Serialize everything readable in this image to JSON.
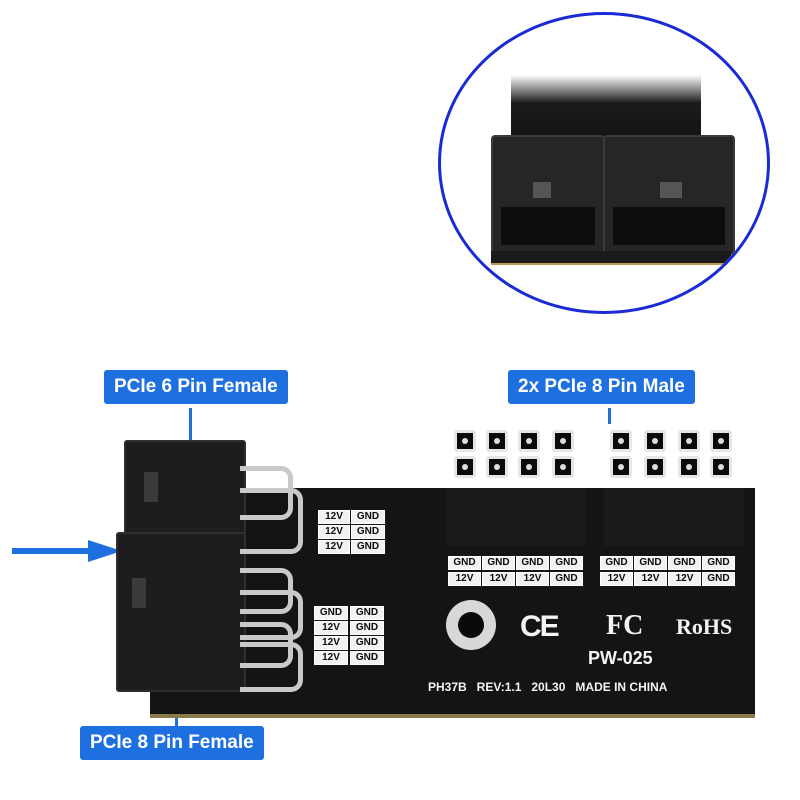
{
  "callouts": {
    "six_pin_female": "PCIe 6 Pin Female",
    "eight_pin_male": "2x PCIe 8 Pin Male",
    "eight_pin_female": "PCIe 8 Pin Female"
  },
  "board": {
    "model": "PW-025",
    "info_line": "PH37B   REV:1.1   20L30   MADE IN CHINA",
    "cert_ce": "CE",
    "cert_fc": "FC",
    "cert_rohs": "RoHS",
    "six_pin_table": [
      [
        "12V",
        "GND"
      ],
      [
        "12V",
        "GND"
      ],
      [
        "12V",
        "GND"
      ]
    ],
    "eight_pin_female_table": [
      [
        "GND",
        "GND"
      ],
      [
        "12V",
        "GND"
      ],
      [
        "12V",
        "GND"
      ],
      [
        "12V",
        "GND"
      ]
    ],
    "male_left_row1": [
      "GND",
      "GND",
      "GND",
      "GND"
    ],
    "male_left_row2": [
      "12V",
      "12V",
      "12V",
      "GND"
    ],
    "male_right_row1": [
      "GND",
      "GND",
      "GND",
      "GND"
    ],
    "male_right_row2": [
      "12V",
      "12V",
      "12V",
      "GND"
    ]
  },
  "colors": {
    "accent": "#1e6fe0",
    "board": "#141414",
    "circle": "#1a2bd6"
  }
}
